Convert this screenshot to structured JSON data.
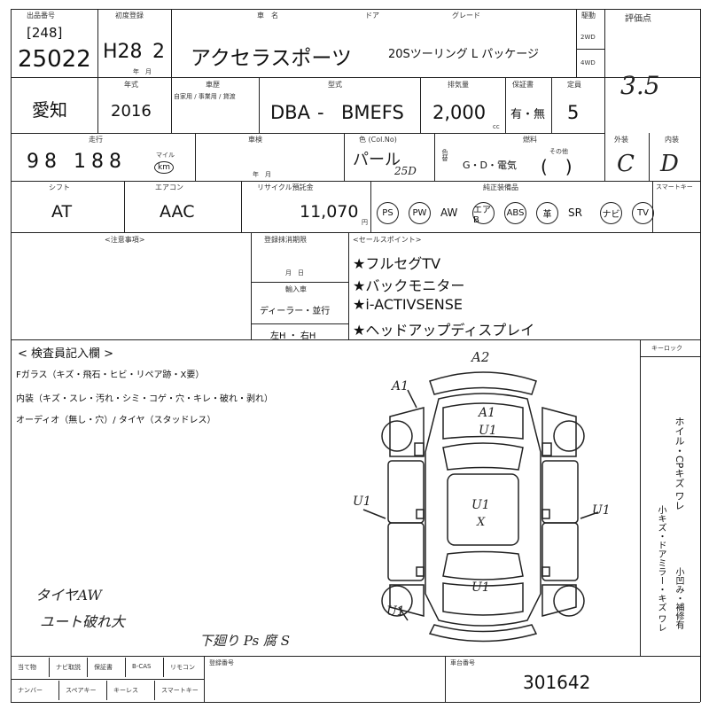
{
  "header": {
    "lot_label": "出品番号",
    "lot_tag": "[248]",
    "lot_number": "25022",
    "reg_label": "初度登録",
    "reg_year": "H28",
    "reg_month": "2",
    "reg_month_unit": "年　月",
    "name_label": "車　名",
    "car_name": "アクセラスポーツ",
    "door_label": "ドア",
    "grade_label": "グレード",
    "grade": "20Sツーリング L パッケージ",
    "drive_label": "駆動",
    "drive_2wd": "2WD",
    "drive_4wd": "4WD",
    "score_label": "評価点",
    "score": "3.5"
  },
  "row2": {
    "region": "愛知",
    "model_year_label": "年式",
    "model_year": "2016",
    "history_label": "車歴",
    "history_sub": "自家用 / 事業用 / 貸渡",
    "model_label": "型式",
    "model_prefix": "DBA",
    "model_dash": "-",
    "model_code": "BMEFS",
    "displacement_label": "排気量",
    "displacement": "2,000",
    "cc": "cc",
    "warranty_label": "保証書",
    "warranty": "有・無",
    "capacity_label": "定員",
    "capacity": "5"
  },
  "row3": {
    "mileage_label": "走行",
    "mileage": "98 188",
    "mileage_unit_mile": "マイル",
    "mileage_unit_km": "km",
    "inspection_label": "車検",
    "inspection_date": "年　月",
    "color_label": "色 (Col.No)",
    "color": "パール",
    "color_code": "25D",
    "color_change_label": "色替",
    "fuel_label": "燃料",
    "fuel_options": "G・D・電気",
    "fuel_other": "その他",
    "fuel_other_value": "(　)",
    "exterior_label": "外装",
    "exterior": "C",
    "interior_label": "内装",
    "interior": "D"
  },
  "row4": {
    "shift_label": "シフト",
    "shift": "AT",
    "ac_label": "エアコン",
    "ac": "AAC",
    "recycle_label": "リサイクル預託金",
    "recycle": "11,070",
    "recycle_unit": "円",
    "equipment_label": "純正装備品",
    "equipment": [
      {
        "label": "PS",
        "circled": true
      },
      {
        "label": "PW",
        "circled": true
      },
      {
        "label": "AW",
        "circled": false
      },
      {
        "label": "エアB",
        "circled": true
      },
      {
        "label": "ABS",
        "circled": true
      },
      {
        "label": "革",
        "circled": true
      },
      {
        "label": "SR",
        "circled": false
      },
      {
        "label": "ナビ",
        "circled": true
      },
      {
        "label": "TV",
        "circled": true
      }
    ],
    "smartkey_label": "スマートキー"
  },
  "notes": {
    "caution_label": "<注意事項>",
    "reg_expire_label": "登録抹消期限",
    "reg_expire_value": "月　日",
    "import_label": "輸入車",
    "import_options": "ディーラー・並行",
    "steering": "左H ・ 右H",
    "sales_label": "<セールスポイント>",
    "sales_points": [
      "★フルセグTV",
      "★バックモニター",
      "★i-ACTIVSENSE",
      "★ヘッドアップディスプレイ"
    ]
  },
  "inspection": {
    "title": "< 検査員記入欄 >",
    "glass": "Fガラス（キズ・飛石・ヒビ・リペア跡・X要）",
    "interior": "内装（キズ・スレ・汚れ・シミ・コゲ・穴・キレ・破れ・剥れ）",
    "audio": "オーディオ（無し・穴）/ タイヤ（スタッドレス）",
    "keylock_label": "キーロック",
    "right_col": "ホイル・CPキズ ワレ",
    "right_col2": "小キズ・ドアミラー・キズ ワレ",
    "right_col3": "小凹み・補修有",
    "memo1": "タイヤAW",
    "memo2": "ユート破れ大",
    "memo3": "下廻り Ps 腐 S",
    "diagram": {
      "a2": "A2",
      "a1_front": "A1",
      "a1_hood": "A1",
      "u1_hood": "U1",
      "u1_left": "U1",
      "u1_roof": "U1",
      "roof_sub": "X",
      "u1_right": "U1",
      "u1_trunk": "U1",
      "u1_rear": "U1"
    }
  },
  "footer": {
    "options_row1": [
      "当て物",
      "ナビ取説",
      "保証書",
      "B-CAS",
      "リモコン"
    ],
    "options_row2": [
      "ナンバー",
      "スペアキー",
      "キーレス",
      "スマートキー"
    ],
    "reg_label": "登録番号",
    "serial_label": "車台番号",
    "serial": "301642"
  }
}
